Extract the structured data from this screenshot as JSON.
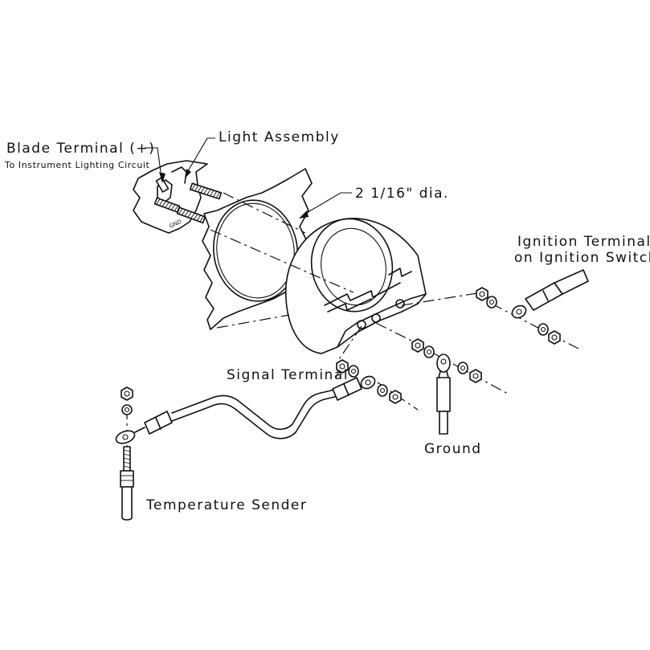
{
  "labels": {
    "blade_terminal": "Blade Terminal (+)",
    "blade_terminal_sub": "To Instrument Lighting Circuit",
    "light_assembly": "Light Assembly",
    "diameter": "2 1/16\" dia.",
    "ignition_terminal_line1": "Ignition Terminal",
    "ignition_terminal_line2": "on Ignition Switch",
    "signal_terminal": "Signal Terminal",
    "ground": "Ground",
    "temperature_sender": "Temperature Sender",
    "gnd_marking": "GND"
  }
}
